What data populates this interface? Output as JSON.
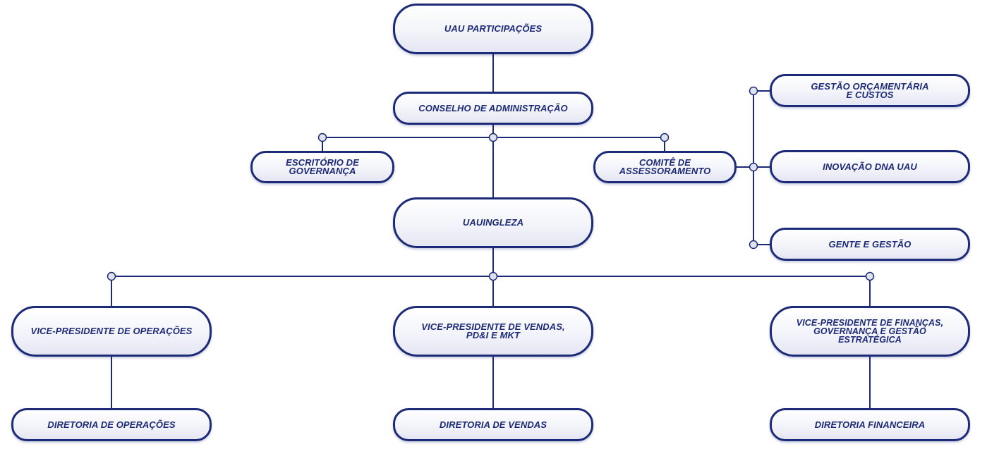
{
  "org": {
    "top": "UAU PARTICIPAÇÕES",
    "board": "CONSELHO DE ADMINISTRAÇÃO",
    "governance_office": "ESCRITÓRIO DE\nGOVERNANÇA",
    "advisory_committee": "COMITÊ DE\nASSESSORAMENTO",
    "committee_budget": "GESTÃO ORÇAMENTÁRIA\nE CUSTOS",
    "committee_innovation": "INOVAÇÃO DNA UAU",
    "committee_people": "GENTE E GESTÃO",
    "company": "UAUINGLEZA",
    "vp_operations": "VICE-PRESIDENTE DE OPERAÇÕES",
    "vp_sales": "VICE-PRESIDENTE DE VENDAS,\nPD&I E MKT",
    "vp_finance": "VICE-PRESIDENTE DE FINANÇAS,\nGOVERNANÇA E GESTÃO\nESTRATÉGICA",
    "dir_operations": "DIRETORIA DE OPERAÇÕES",
    "dir_sales": "DIRETORIA DE VENDAS",
    "dir_finance": "DIRETORIA FINANCEIRA"
  },
  "colors": {
    "line": "#1c2a78",
    "connector_dot_fill": "#dfe2f0"
  }
}
